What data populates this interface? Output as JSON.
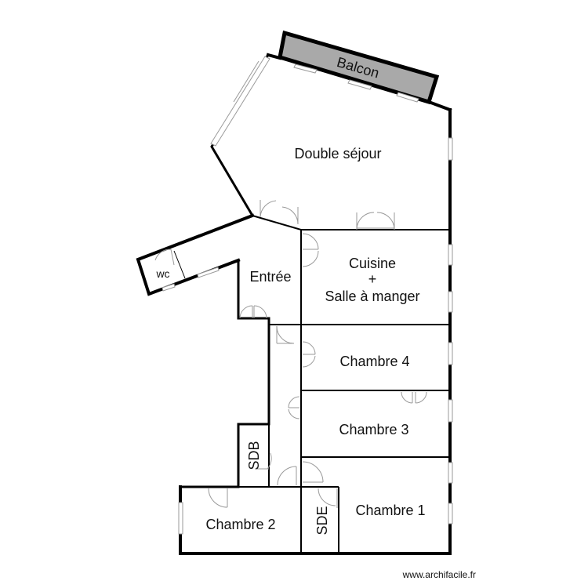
{
  "rooms": {
    "balcon": "Balcon",
    "double_sejour": "Double séjour",
    "wc": "wc",
    "entree": "Entrée",
    "cuisine_line1": "Cuisine",
    "cuisine_line2": "+",
    "cuisine_line3": "Salle à manger",
    "chambre4": "Chambre 4",
    "chambre3": "Chambre 3",
    "sdb": "SDB",
    "chambre2": "Chambre 2",
    "sde": "SDE",
    "chambre1": "Chambre 1"
  },
  "footer": {
    "watermark": "www.archifacile.fr"
  },
  "colors": {
    "wall": "#000000",
    "balcony_fill": "#a9a9a9",
    "door": "#9a9a9a"
  }
}
